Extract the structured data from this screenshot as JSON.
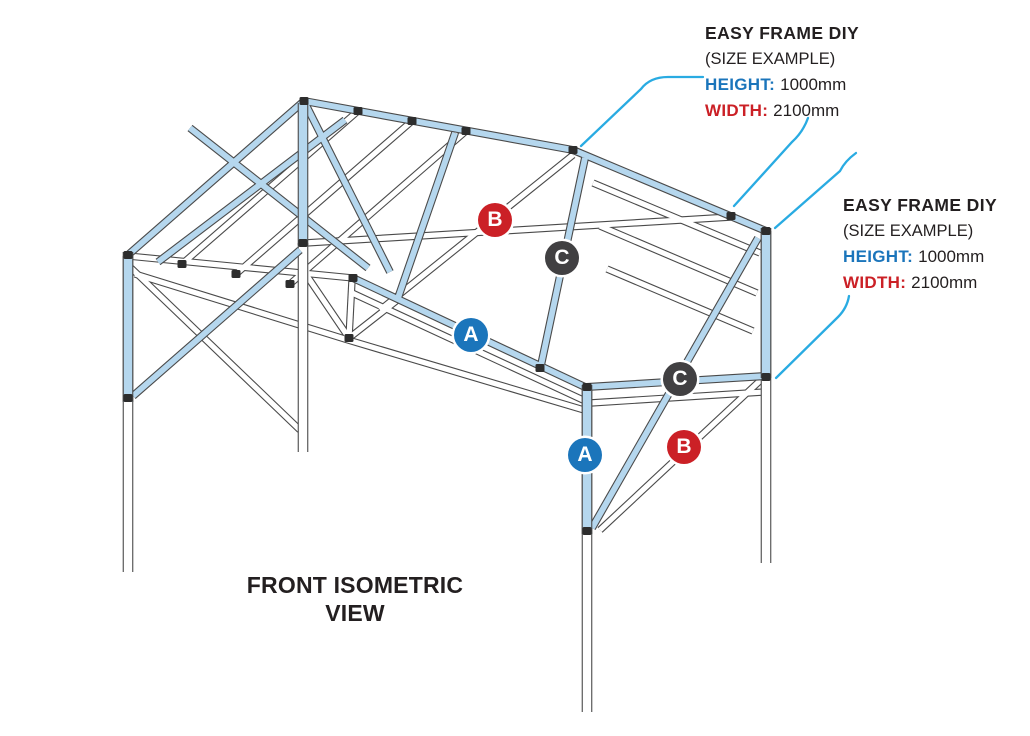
{
  "caption": {
    "text": "FRONT ISOMETRIC VIEW"
  },
  "annotations": {
    "top": {
      "title": "EASY FRAME DIY",
      "subtitle": "(SIZE EXAMPLE)",
      "height_label": "HEIGHT:",
      "height_value": "1000mm",
      "width_label": "WIDTH:",
      "width_value": "2100mm"
    },
    "right": {
      "title": "EASY FRAME DIY",
      "subtitle": "(SIZE EXAMPLE)",
      "height_label": "HEIGHT:",
      "height_value": "1000mm",
      "width_label": "WIDTH:",
      "width_value": "2100mm"
    }
  },
  "markers": {
    "roof": {
      "a": "A",
      "b": "B",
      "c": "C"
    },
    "side": {
      "a": "A",
      "b": "B",
      "c": "C"
    }
  },
  "colors": {
    "marker_a": "#1b75bb",
    "marker_b": "#cb2026",
    "marker_c": "#414042",
    "leader_line": "#29abe2",
    "beam_highlight": "#b5d7ee",
    "beam_outline": "#4a4a4a",
    "height_label": "#1b75bb",
    "width_label": "#cb2026",
    "text": "#231f20"
  }
}
